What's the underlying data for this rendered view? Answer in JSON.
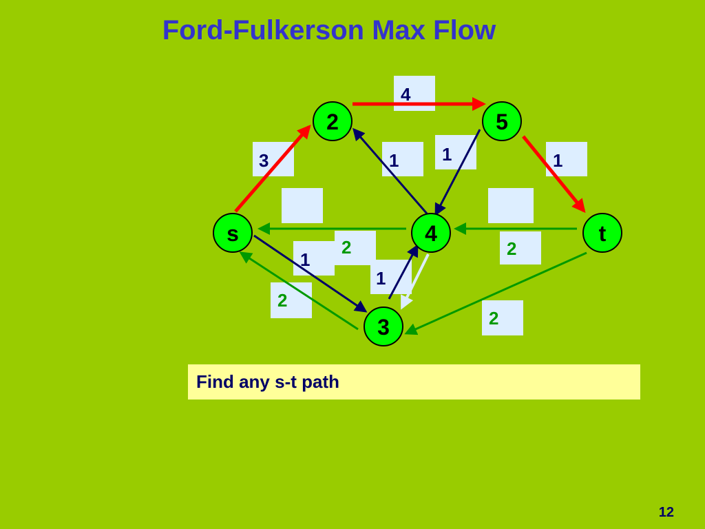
{
  "slide": {
    "title": "Ford-Fulkerson Max Flow",
    "caption": "Find any s-t path",
    "page_number": "12"
  },
  "colors": {
    "background": "#99cc00",
    "title": "#3333cc",
    "node_fill": "#00ff00",
    "path_edge": "#ff0000",
    "residual_edge": "#000066",
    "flow_edge": "#009900",
    "faded_edge": "#ddeeff",
    "label_box": "#ddeeff",
    "caption_box": "#ffff99"
  },
  "graph": {
    "nodes": {
      "s": "s",
      "n2": "2",
      "n3": "3",
      "n4": "4",
      "n5": "5",
      "t": "t"
    },
    "labels": {
      "e_2_5": "4",
      "e_s_2": "3",
      "e_4_2": "1",
      "e_4_5": "1",
      "e_5_t": "1",
      "e_box_a": "",
      "e_box_b": "",
      "e_4_s": "2",
      "e_s_3": "1",
      "e_3_4": "1",
      "e_3_s": "2",
      "e_t_4": "2",
      "e_t_3": "2"
    }
  }
}
